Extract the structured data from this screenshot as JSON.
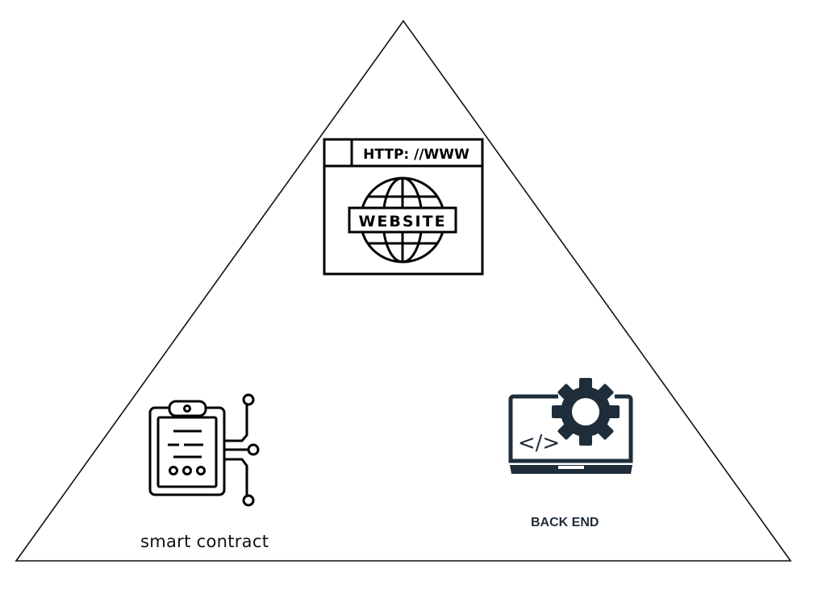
{
  "diagram": {
    "nodes": {
      "website": {
        "url_text": "HTTP: //WWW",
        "banner_text": "WEBSITE"
      },
      "smart_contract": {
        "label": "smart contract"
      },
      "back_end": {
        "label": "BACK END",
        "code_text": "</>"
      }
    }
  },
  "colors": {
    "line": "#111111",
    "backend_icon": "#1f2d3a"
  },
  "icons": {
    "website": "browser-globe-icon",
    "smart_contract": "clipboard-circuit-icon",
    "back_end": "laptop-gear-icon"
  }
}
